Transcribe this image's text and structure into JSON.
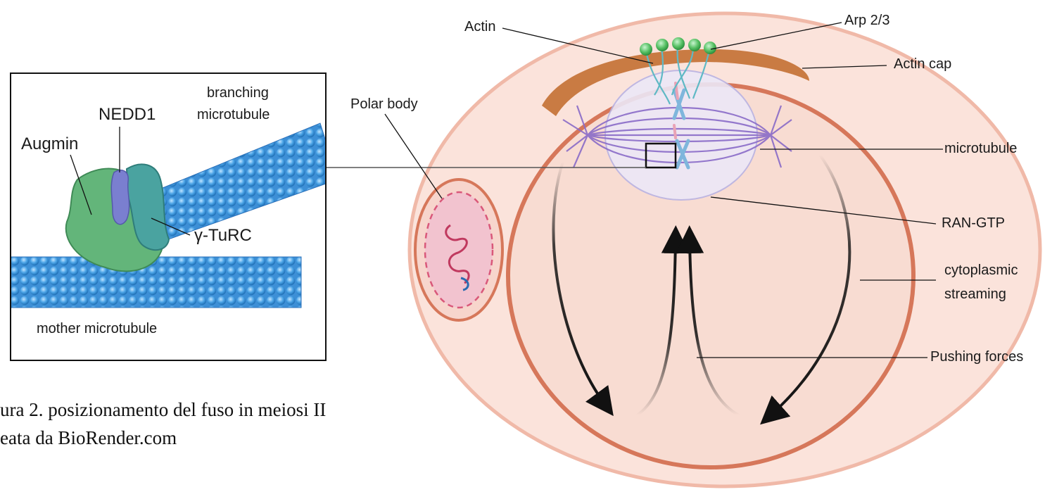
{
  "inset": {
    "labels": {
      "nedd1": "NEDD1",
      "augmin": "Augmin",
      "branching_line1": "branching",
      "branching_line2": "microtubule",
      "gamma_turc": "γ-TuRC",
      "mother": "mother microtubule"
    }
  },
  "oocyte": {
    "labels": {
      "actin": "Actin",
      "arp": "Arp 2/3",
      "actin_cap": "Actin cap",
      "polar_body": "Polar body",
      "microtubule": "microtubule",
      "ran_gtp": "RAN-GTP",
      "cyto_line1": "cytoplasmic",
      "cyto_line2": "streaming",
      "pushing": "Pushing forces"
    }
  },
  "caption": {
    "line1": "ura 2. posizionamento del fuso in meiosi II",
    "line2": "eata da BioRender.com"
  },
  "colors": {
    "outer_membrane": "#f2c2b4",
    "cytoplasm": "#fbe6df",
    "inner_membrane": "#d9785c",
    "actin_cap": "#c9783f",
    "microtubule_blue": "#4a9fe0",
    "augmin_green": "#5fb87a",
    "turc_teal": "#4aa3a0",
    "nedd1_purple": "#7a7fd0",
    "spindle_purple": "#8a6cc8",
    "chromosome_blue": "#7fb6dc",
    "arp_green": "#5cc26a"
  }
}
